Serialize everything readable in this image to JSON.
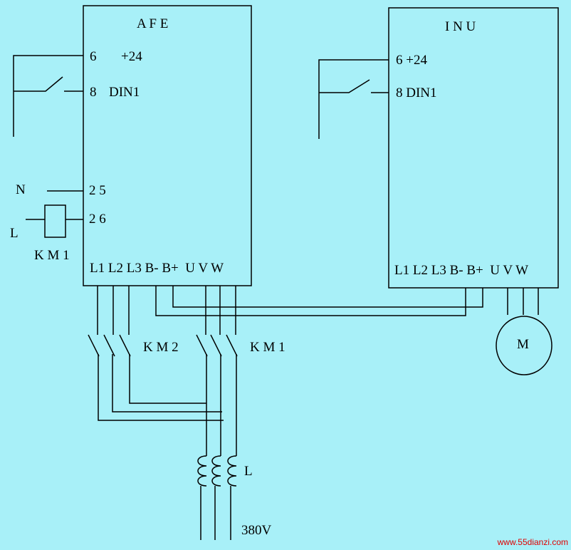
{
  "colors": {
    "background": "#a8f0f8",
    "line": "#000000",
    "watermark": "#e00000"
  },
  "afe": {
    "title": "A F E",
    "t6": "6",
    "p24": "+24",
    "t8": "8",
    "din1": "DIN1",
    "t25": "2 5",
    "t26": "2 6",
    "terminals": "L1 L2 L3 B- B+  U V W"
  },
  "inu": {
    "title": "I N U",
    "t6": "6 +24",
    "t8": "8 DIN1",
    "terminals": "L1 L2 L3 B- B+  U V W"
  },
  "external": {
    "n": "N",
    "l": "L",
    "km1_coil": "K M 1",
    "km2": "K M 2",
    "km1": "K M 1",
    "reactor": "L",
    "motor": "M",
    "supply": "380V"
  },
  "watermark": "www.55dianzi.com"
}
